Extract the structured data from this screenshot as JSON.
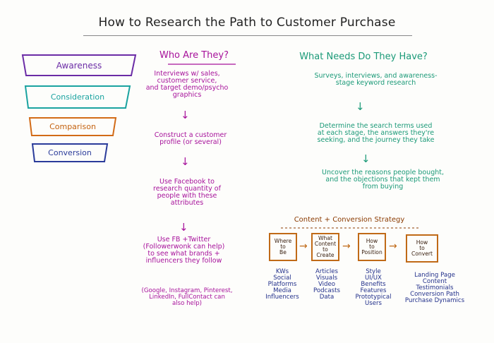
{
  "title": "How to Research the Path to Customer Purchase",
  "funnel": {
    "stages": [
      "Awareness",
      "Consideration",
      "Comparison",
      "Conversion"
    ],
    "colors": [
      "#6b2ca6",
      "#1aa3a0",
      "#d26b17",
      "#2a3b9a"
    ]
  },
  "who": {
    "heading": "Who Are They?",
    "steps": [
      "Interviews w/ sales,\ncustomer service,\nand target demo/psycho\ngraphics",
      "Construct a customer\nprofile (or several)",
      "Use Facebook to\nresearch quantity of\npeople with these\nattributes",
      "Use FB +Twitter\n(Followerwonk can help)\nto see what brands +\ninfluencers they follow",
      "(Google, Instagram, Pinterest,\nLinkedIn, FullContact can\nalso help)"
    ]
  },
  "needs": {
    "heading": "What Needs Do They Have?",
    "steps": [
      "Surveys, interviews, and awareness-\nstage keyword research",
      "Determine the search terms used\nat each stage, the answers they're\nseeking, and the journey they take",
      "Uncover the reasons people bought,\nand the objections that kept them\nfrom buying"
    ]
  },
  "strategy": {
    "heading": "Content + Conversion Strategy",
    "boxes": [
      {
        "label": "Where\nto\nBe",
        "items": "KWs\nSocial\nPlatforms\nMedia\nInfluencers"
      },
      {
        "label": "What\nContent\nto\nCreate",
        "items": "Articles\nVisuals\nVideo\nPodcasts\nData"
      },
      {
        "label": "How\nto\nPosition",
        "items": "Style\nUI/UX\nBenefits\nFeatures\nPrototypical\nUsers"
      },
      {
        "label": "How\nto\nConvert",
        "items": "Landing Page\nContent\nTestimonials\nConversion Path\nPurchase Dynamics"
      }
    ]
  }
}
